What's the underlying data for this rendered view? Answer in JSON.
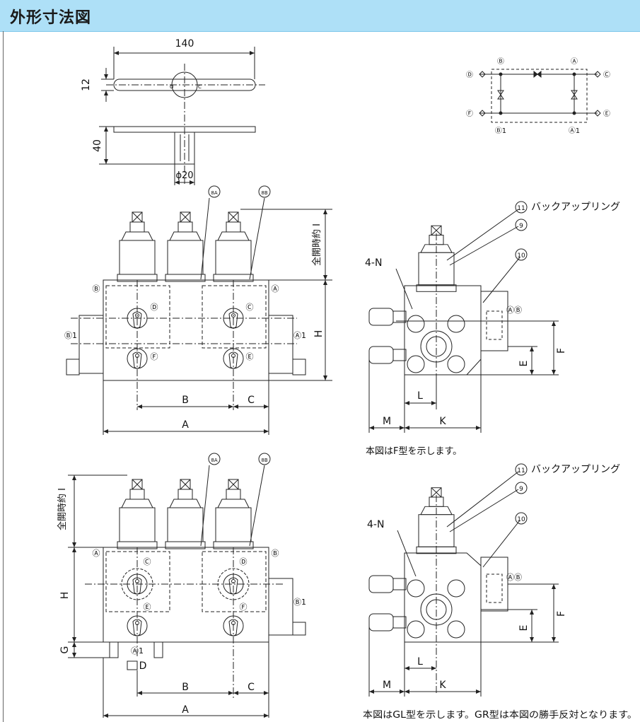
{
  "header": {
    "title": "外形寸法図",
    "color": "#aee0f7"
  },
  "handle": {
    "width": "140",
    "thickness": "12",
    "height": "40",
    "diameter": "ϕ20",
    "mark_o": "O",
    "mark_c": "C"
  },
  "circuit": {
    "B": "Ⓑ",
    "A": "Ⓐ",
    "D": "Ⓓ",
    "C": "Ⓒ",
    "F": "Ⓕ",
    "E": "Ⓔ",
    "B1": "Ⓑ1",
    "A1": "Ⓐ1"
  },
  "front_top": {
    "callout_8A": "8A",
    "callout_8B": "8B",
    "port_B": "Ⓑ",
    "port_A": "Ⓐ",
    "port_B1": "Ⓑ1",
    "port_A1": "Ⓐ1",
    "port_D": "Ⓓ",
    "port_C": "Ⓒ",
    "port_F": "Ⓕ",
    "port_E": "Ⓔ",
    "dim_open": "全開時約 I",
    "dim_H": "H",
    "dim_B": "B",
    "dim_C": "C",
    "dim_A": "A"
  },
  "side_top": {
    "callout_11": "11",
    "label_11": "バックアップリング",
    "callout_9": "9",
    "callout_10": "10",
    "label_4N": "4-N",
    "port_AB": "ⒶⒷ",
    "dim_F": "F",
    "dim_E": "E",
    "dim_L": "L",
    "dim_M": "M",
    "dim_K": "K",
    "caption": "本図はF型を示します。"
  },
  "front_bottom": {
    "callout_8A": "8A",
    "callout_8B": "8B",
    "port_A": "Ⓐ",
    "port_B": "Ⓑ",
    "port_B1": "Ⓑ1",
    "port_A1": "Ⓐ1",
    "port_C": "Ⓒ",
    "port_D": "Ⓓ",
    "port_E": "Ⓔ",
    "port_F": "Ⓕ",
    "dim_open": "全開時約 I",
    "dim_H": "H",
    "dim_G": "G",
    "dim_D": "D",
    "dim_B": "B",
    "dim_C": "C",
    "dim_A": "A"
  },
  "side_bottom": {
    "callout_11": "11",
    "label_11": "バックアップリング",
    "callout_9": "9",
    "callout_10": "10",
    "label_4N": "4-N",
    "port_AB": "ⒶⒷ",
    "dim_F": "F",
    "dim_E": "E",
    "dim_L": "L",
    "dim_M": "M",
    "dim_K": "K",
    "caption": "本図はGL型を示します。GR型は本図の勝手反対となります。"
  }
}
